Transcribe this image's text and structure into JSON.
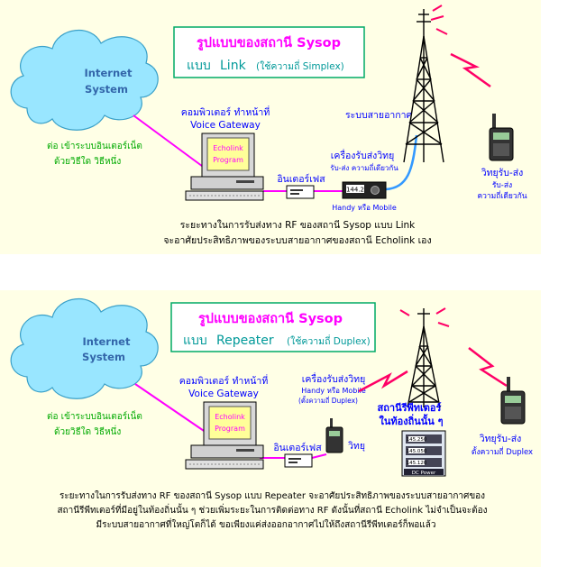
{
  "top": {
    "title": "รูปแบบของสถานี Sysop",
    "mode_prefix": "แบบ",
    "mode": "Link",
    "mode_note": "(ใช้ความถี่ Simplex)",
    "cloud": [
      "Internet",
      "System"
    ],
    "connect": [
      "ต่อ เข้าระบบอินเตอร์เน็ต",
      "ด้วยวิธีใด วิธีหนึ่ง"
    ],
    "computer_label": [
      "คอมพิวเตอร์ ทำหน้าที่",
      "Voice Gateway"
    ],
    "screen_text": [
      "Echolink",
      "Program"
    ],
    "interface": "อินเตอร์เฟส",
    "antenna_system": "ระบบสายอากาศ",
    "transceiver": [
      "เครื่องรับส่งวิทยุ",
      "รับ-ส่ง ความถี่เดียวกัน"
    ],
    "radio_display": "144.2",
    "handy": "Handy หรือ Mobile",
    "handheld": [
      "วิทยุรับ-ส่ง",
      "รับ-ส่ง",
      "ความถี่เดียวกัน"
    ],
    "caption": [
      "ระยะทางในการรับส่งทาง RF ของสถานี Sysop แบบ Link",
      "จะอาศัยประสิทธิภาพของระบบสายอากาศของสถานี Echolink เอง"
    ]
  },
  "bottom": {
    "title": "รูปแบบของสถานี Sysop",
    "mode_prefix": "แบบ",
    "mode": "Repeater",
    "mode_note": "(ใช้ความถี่ Duplex)",
    "cloud": [
      "Internet",
      "System"
    ],
    "connect": [
      "ต่อ เข้าระบบอินเตอร์เน็ต",
      "ด้วยวิธีใด วิธีหนึ่ง"
    ],
    "computer_label": [
      "คอมพิวเตอร์ ทำหน้าที่",
      "Voice Gateway"
    ],
    "screen_text": [
      "Echolink",
      "Program"
    ],
    "interface": "อินเตอร์เฟส",
    "transceiver": [
      "เครื่องรับส่งวิทยุ",
      "Handy หรือ Mobile",
      "(ตั้งความถี่ Duplex)"
    ],
    "radio": "วิทยุ",
    "repeater": [
      "สถานีรีพีทเตอร์",
      "ในท้องถิ่นนั้น ๆ"
    ],
    "repeater_displays": [
      "145.250",
      "145.050",
      "145.120"
    ],
    "dc_power": "DC Power",
    "handheld": [
      "วิทยุรับ-ส่ง",
      "ตั้งความถี่ Duplex"
    ],
    "caption": [
      "ระยะทางในการรับส่งทาง RF ของสถานี Sysop แบบ Repeater จะอาศัยประสิทธิภาพของระบบสายอากาศของ",
      "สถานีรีพีทเตอร์ที่มีอยู่ในท้องถิ่นนั้น ๆ ช่วยเพิ่มระยะในการติดต่อทาง RF ดังนั้นที่สถานี Echolink ไม่จำเป็นจะต้อง",
      "มีระบบสายอากาศที่ใหญ่โตก็ได้  ขอเพียงแค่ส่งออกอากาศไปให้ถึงสถานีรีพีทเตอร์ก็พอแล้ว"
    ]
  },
  "colors": {
    "background": "#ffffe6",
    "title": "#ff00ff",
    "mode": "#009999",
    "cloud": "#99e6ff",
    "wire": "#ff00ff",
    "green_text": "#00aa00",
    "blue_text": "#0000ff",
    "tower": "#000000",
    "signal": "#ff0066"
  }
}
